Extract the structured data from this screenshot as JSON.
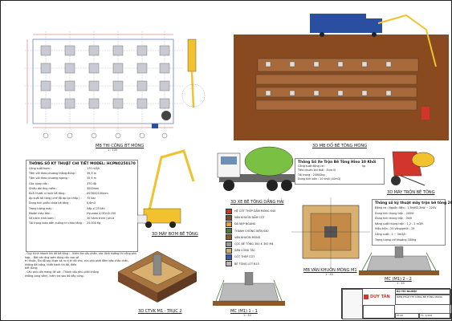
{
  "captions": {
    "foundation_plan": "MB THI CÔNG BT MÓNG",
    "foundation_plan_scale": "1 : 100",
    "pour_3d": "3D MB ĐỔ BÊ TÔNG MÓNG",
    "mixer_truck": "3D XE BÊ TÔNG DẦNG HẢI",
    "boom_pump": "3D MÁY BƠM BÊ TÔNG",
    "drum_mixer": "3D MÁY TRỘN BÊ TÔNG",
    "ctvk": "3D CTVK M1 - TRỤC 2",
    "formwork_plan": "MB VÁN KHUÔN MÓNG M1",
    "formwork_plan_scale": "1 : 40",
    "section_11": "MC (M1) 1 - 1",
    "section_11_scale": "1 : 40",
    "section_22": "MC (M1) 2 - 2",
    "section_22_scale": "1 : 40"
  },
  "pump_specs": {
    "title": "THÔNG SỐ KỸ THUẬT CHI TIẾT MODEL: HCPNO250170",
    "rows": [
      {
        "k": "Công suất bơm :",
        "v": "170 m3/h"
      },
      {
        "k": "Tầm với theo phương thẳng đứng :",
        "v": "39,9 m"
      },
      {
        "k": "Tầm với theo phương ngang :",
        "v": "35,9 m"
      },
      {
        "k": "Góc quay cần :",
        "v": "370 độ"
      },
      {
        "k": "Chiều dài ống mềm :",
        "v": "3000mm"
      },
      {
        "k": "Kích thước xi lanh bê tông :",
        "v": "Ø230X2100mm"
      },
      {
        "k": "Áp suất tối tăng (chế độ áp lực thấp ) :",
        "v": "72 bar"
      },
      {
        "k": "Dung tích phễu chứa bê tông :",
        "v": "0,6m3"
      },
      {
        "k": "Trọng lượng máy :",
        "v": "Xấp xỉ 25 tấn"
      },
      {
        "k": "Model máy kéo :",
        "v": "Hyundai 4,0EV-D-150"
      },
      {
        "k": "Số hành kinh bơm :",
        "v": "30 hành trình / phút"
      },
      {
        "k": "Tải trọng toàn dẫn xuống trí chân tầng :",
        "v": "25.000 Kg"
      }
    ],
    "notes": [
      "- Quy trình nhanh khi đổ bê tông : - Kiểm tra cấu phần, xác định hướng thi công phù hợp; - Đặt các ống bơm đúng cấu cao về",
      "trí thuộc, Đo độ sạc được xả ra vị trí đổ cho, cứu phù phải đảm bảo chắc chắn, không để trống, thiết hành thi đổ, điều",
      "tiết đúng;",
      "- Cấu phù cần mang để sát : Thành cấu phù phải không",
      "không cong vênh, kiểm tra sau đổ đầy cứng."
    ]
  },
  "truck_specs": {
    "title": "Thông Số Xe Trộn Bê Tông Hino 10 Khối",
    "rows": [
      {
        "k": "Công suất động cơ :",
        "v": "hp"
      },
      {
        "k": "Tiêu chuẩn khí thải : Euro III",
        "v": ""
      },
      {
        "k": "Tải trọng : 24000kg",
        "v": ""
      },
      {
        "k": "Dung tích bồn : 10 khối (10m3)",
        "v": ""
      }
    ]
  },
  "mixer_specs": {
    "title": "Thông số kỹ thuật máy trộn bê tông 200L",
    "rows": [
      "Động cơ : Nguồn điện : 1,5kW/2,2kW ~ 220V",
      "Dung tích thùng trộn : 200lít",
      "Dung tích thùng trộn : 200l",
      "Năng suất thùng trộn : 1,2 - 2 m3/h",
      "Hiệu trộn : 25 vòng/phút - 25",
      "Công suất : 2 ~ 3m3/h",
      "Trọng lượng chỉ khoảng 180kg"
    ]
  },
  "legend": {
    "items": [
      {
        "label": "HỆ CỐT THÉP DẦM MÓNG K40",
        "color": "#c8362a"
      },
      {
        "label": "VÁN KHUÔN DẦM CỘT",
        "color": "#7a4a2a"
      },
      {
        "label": "ĐÀ NẸP NGANG",
        "color": "#d9a441"
      },
      {
        "label": "THANH CHỐNG XIÊN K40",
        "color": "#4b7a3a"
      },
      {
        "label": "VÁN KHUÔN MÓNG",
        "color": "#8b5a2b"
      },
      {
        "label": "CỌC BÊ TÔNG 300 X 300 M4",
        "color": "#9a9a9a"
      },
      {
        "label": "SÀN CÔNG TÁC",
        "color": "#c9b07a"
      },
      {
        "label": "CỐT THÉP CỘT",
        "color": "#3a5aa8"
      },
      {
        "label": "BÊ TÔNG LÓT B15",
        "color": "#b8b8b8"
      }
    ]
  },
  "title_block": {
    "logo_text": "DUY TÂN",
    "drawing_title": "BIỆN PHÁP THI CÔNG BÊ TÔNG MÓNG",
    "section": "BỘ THI NGHIỆP",
    "sheet_no": "KT-05",
    "scale": "TL: 1/100"
  },
  "colors": {
    "ground": "#8a4a1f",
    "pump_yellow": "#f2c12e",
    "plan_line": "#3355aa",
    "truck_blue": "#2a4fa0",
    "mixer_green": "#7ac043",
    "mixer_red": "#d2362b"
  }
}
